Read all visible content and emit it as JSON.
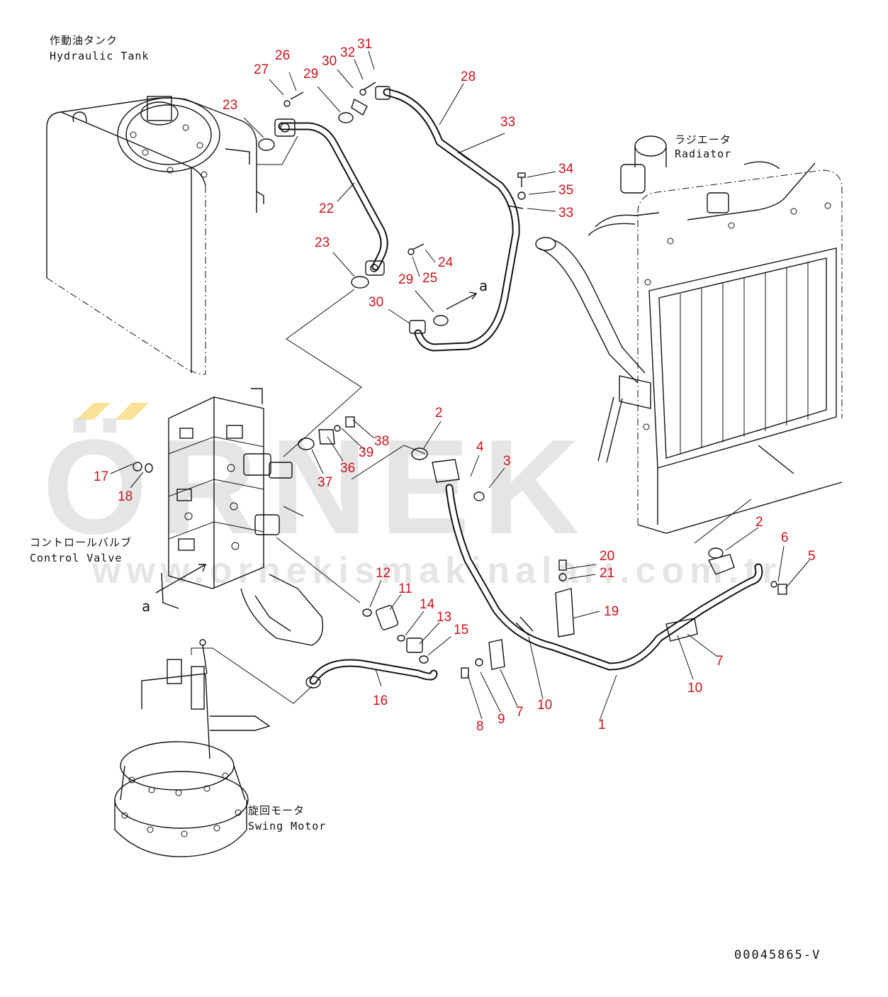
{
  "components": {
    "hydraulic_tank": {
      "ja": "作動油タンク",
      "en": "Hydraulic Tank"
    },
    "radiator": {
      "ja": "ラジエータ",
      "en": "Radiator"
    },
    "control_valve": {
      "ja": "コントロールバルブ",
      "en": "Control Valve"
    },
    "swing_motor": {
      "ja": "旋回モータ",
      "en": "Swing Motor"
    }
  },
  "connection_marker": "a",
  "watermark": {
    "brand": "ÖRNEK",
    "url": "www.ornekismakinalari.com.tr"
  },
  "drawing_code": "00045865-V",
  "colors": {
    "callout": "#c8141e",
    "line": "#111111",
    "watermark": "#d4d4d4",
    "watermark_accent": "#f5d66b"
  },
  "callouts": [
    "26",
    "27",
    "23",
    "29",
    "30",
    "32",
    "31",
    "28",
    "33",
    "34",
    "35",
    "33",
    "22",
    "23",
    "24",
    "25",
    "29",
    "30",
    "2",
    "4",
    "3",
    "17",
    "18",
    "37",
    "36",
    "39",
    "38",
    "12",
    "11",
    "14",
    "13",
    "15",
    "16",
    "20",
    "21",
    "19",
    "2",
    "6",
    "5",
    "7",
    "10",
    "1",
    "8",
    "9",
    "7",
    "10"
  ]
}
